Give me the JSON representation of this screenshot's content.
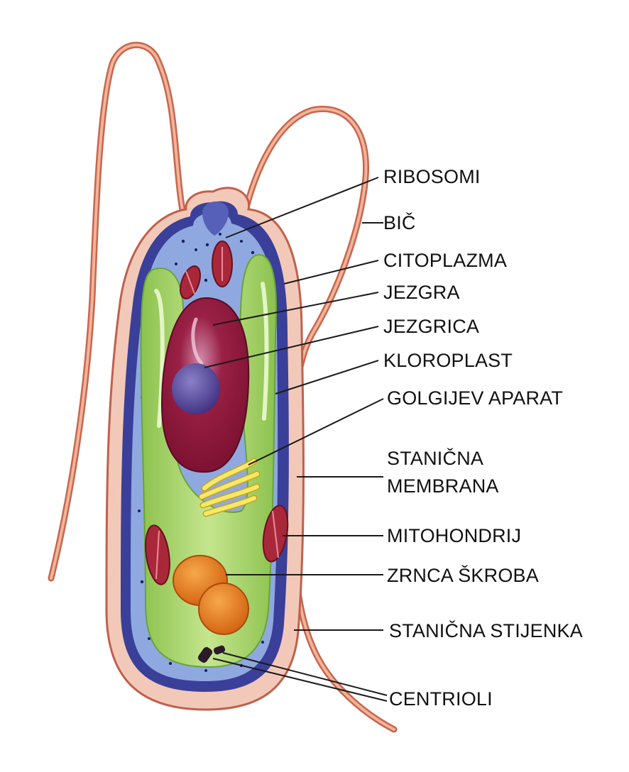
{
  "colors": {
    "background": "#ffffff",
    "cell_wall": "#f2c9b8",
    "cell_wall_edge": "#c0604d",
    "flagellum": "#d67e63",
    "cytoplasm": "#8fa9e0",
    "membrane": "#3a3f9a",
    "chloroplast": "#a8d46a",
    "nucleus": "#8a1a3a",
    "nucleolus": "#5a4a9a",
    "mitochondrion": "#a8283a",
    "golgi": "#f3e24a",
    "starch": "#e7801a",
    "centriole": "#2b1a2a"
  },
  "labels": {
    "ribosomi": "RIBOSOMI",
    "bic": "BIČ",
    "citoplazma": "CITOPLAZMA",
    "jezgra": "JEZGRA",
    "jezgrica": "JEZGRICA",
    "kloroplast": "KLOROPLAST",
    "golgi": "GOLGIJEV APARAT",
    "membrana_1": "STANIČNA",
    "membrana_2": "MEMBRANA",
    "mitohondrij": "MITOHONDRIJ",
    "skrob": "ZRNCA ŠKROBA",
    "stijenka": "STANIČNA STIJENKA",
    "centrioli": "CENTRIOLI"
  }
}
